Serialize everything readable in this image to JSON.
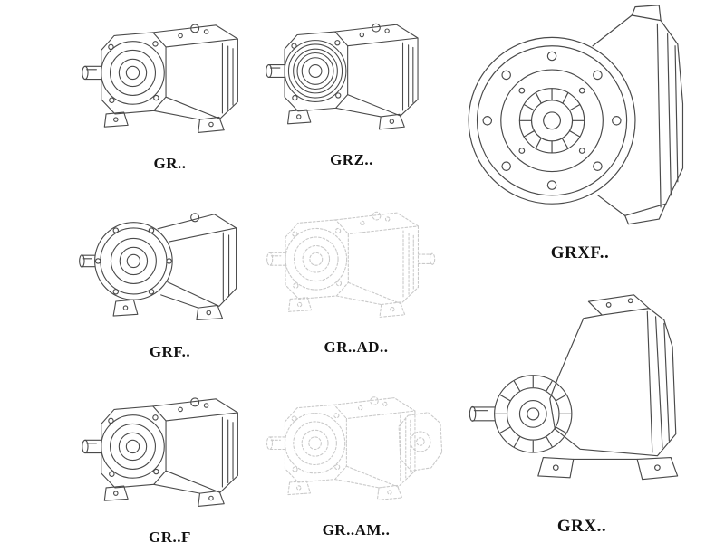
{
  "page": {
    "background_color": "#ffffff",
    "drawing_stroke_color": "#4a4a4a",
    "ghost_stroke_color": "#c9c9c9",
    "label_color": "#111111"
  },
  "catalog": {
    "items": [
      {
        "model": "GR.."
      },
      {
        "model": "GRZ.."
      },
      {
        "model": "GRXF.."
      },
      {
        "model": "GRF.."
      },
      {
        "model": "GR..AD.."
      },
      {
        "model": "GR..F"
      },
      {
        "model": "GR..AM.."
      },
      {
        "model": "GRX.."
      }
    ]
  }
}
